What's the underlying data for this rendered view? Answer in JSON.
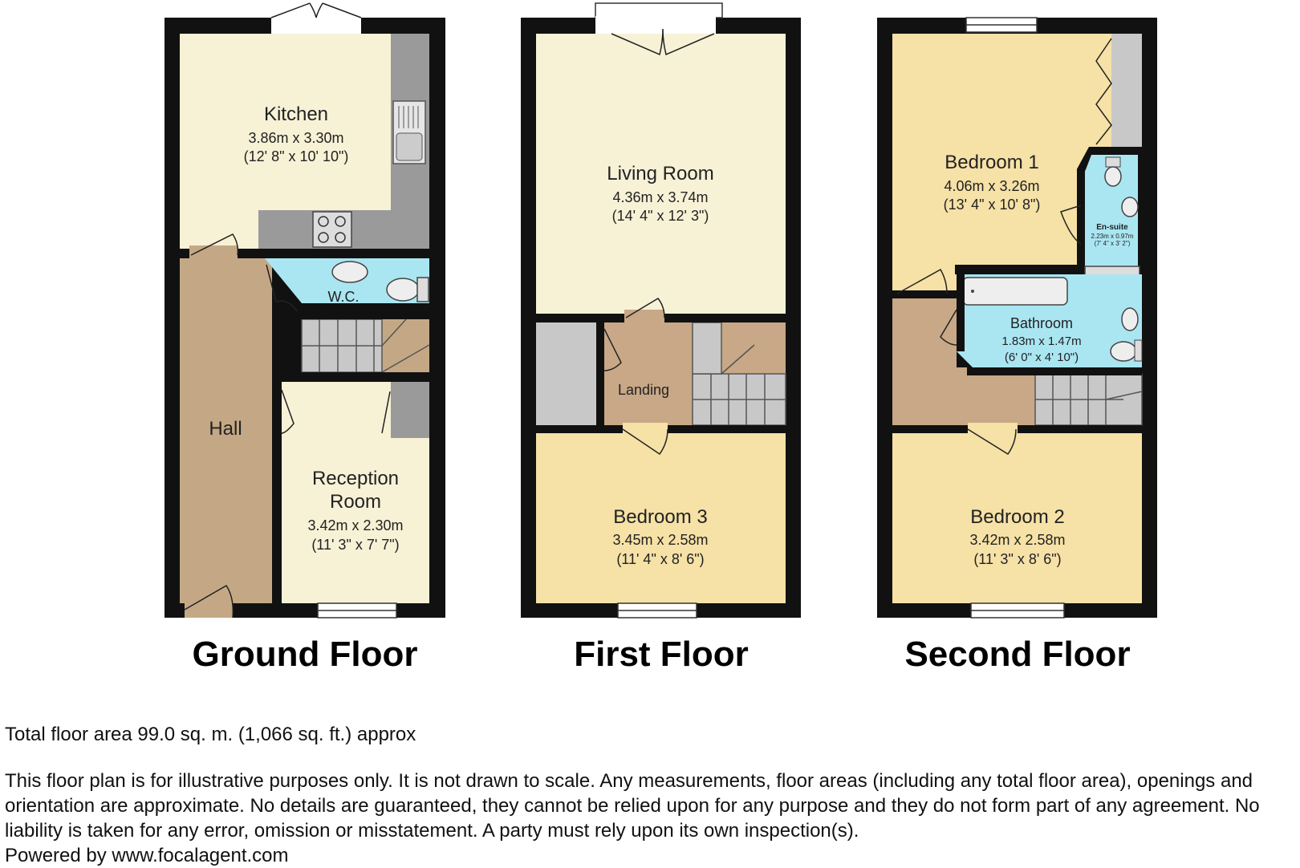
{
  "floors": {
    "ground": {
      "title": "Ground Floor",
      "kitchen": {
        "name": "Kitchen",
        "metric": "3.86m x 3.30m",
        "imperial": "(12' 8\" x 10' 10\")"
      },
      "wc": {
        "name": "W.C."
      },
      "hall": {
        "name": "Hall"
      },
      "reception": {
        "name_line1": "Reception",
        "name_line2": "Room",
        "metric": "3.42m x 2.30m",
        "imperial": "(11' 3\" x 7' 7\")"
      }
    },
    "first": {
      "title": "First Floor",
      "living": {
        "name": "Living Room",
        "metric": "4.36m x 3.74m",
        "imperial": "(14' 4\" x 12' 3\")"
      },
      "landing": {
        "name": "Landing"
      },
      "bedroom3": {
        "name": "Bedroom 3",
        "metric": "3.45m x 2.58m",
        "imperial": "(11' 4\" x 8' 6\")"
      }
    },
    "second": {
      "title": "Second Floor",
      "bedroom1": {
        "name": "Bedroom 1",
        "metric": "4.06m x 3.26m",
        "imperial": "(13' 4\" x 10' 8\")"
      },
      "ensuite": {
        "name": "En-suite",
        "metric": "2.23m x 0.97m",
        "imperial": "(7' 4\" x 3' 2\")"
      },
      "bathroom": {
        "name": "Bathroom",
        "metric": "1.83m x 1.47m",
        "imperial": "(6' 0\" x 4' 10\")"
      },
      "bedroom2": {
        "name": "Bedroom 2",
        "metric": "3.42m x 2.58m",
        "imperial": "(11' 3\" x 8' 6\")"
      }
    }
  },
  "footer": {
    "total_area": "Total floor area 99.0 sq. m. (1,066 sq. ft.) approx",
    "disclaimer": "This floor plan is for illustrative purposes only. It is not drawn to scale. Any measurements, floor areas (including any total floor area), openings and orientation are approximate. No details are guaranteed, they cannot be relied upon for any purpose and they do not form part of any agreement. No liability is taken for any error, omission or misstatement. A party must rely upon its own inspection(s).",
    "powered_by": "Powered by www.focalagent.com"
  },
  "colors": {
    "wall": "#111111",
    "kitchen_floor": "#f7f1d6",
    "hall_floor": "#c4a886",
    "wet_room": "#aae6f2",
    "bedroom_floor": "#f6e1a6",
    "worktop": "#9a9a9a",
    "stairs": "#c8c8c8"
  }
}
